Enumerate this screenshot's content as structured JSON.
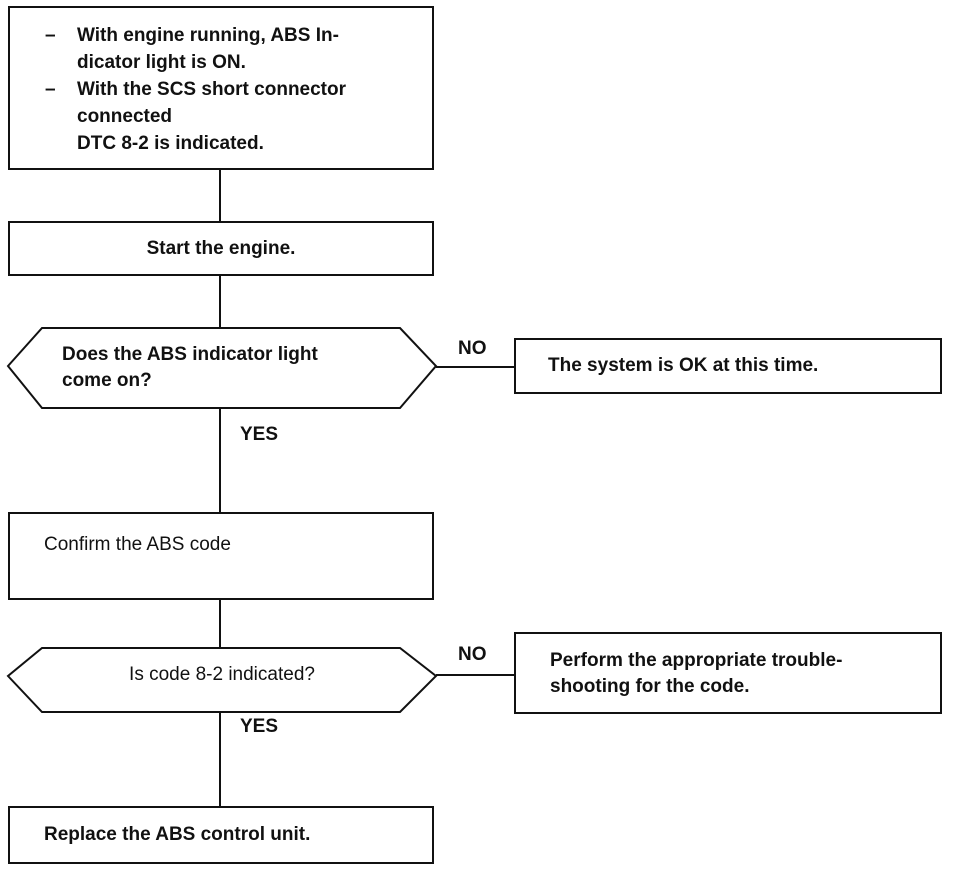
{
  "condition_box": {
    "items": [
      "With engine running, ABS In-\ndicator light is ON.",
      "With the SCS short connector\nconnected\nDTC 8-2 is indicated."
    ],
    "bullet": "–"
  },
  "steps": {
    "start_engine": "Start the engine.",
    "confirm_code": "Confirm the ABS code",
    "replace_unit": "Replace the ABS control unit."
  },
  "decisions": {
    "indicator_on": "Does the ABS indicator light\ncome on?",
    "code_indicated": "Is code 8-2 indicated?"
  },
  "outcomes": {
    "system_ok": "The system is OK at this time.",
    "troubleshoot": "Perform the appropriate trouble-\nshooting for the code."
  },
  "branch_labels": {
    "no_1": "NO",
    "yes_1": "YES",
    "no_2": "NO",
    "yes_2": "YES"
  }
}
